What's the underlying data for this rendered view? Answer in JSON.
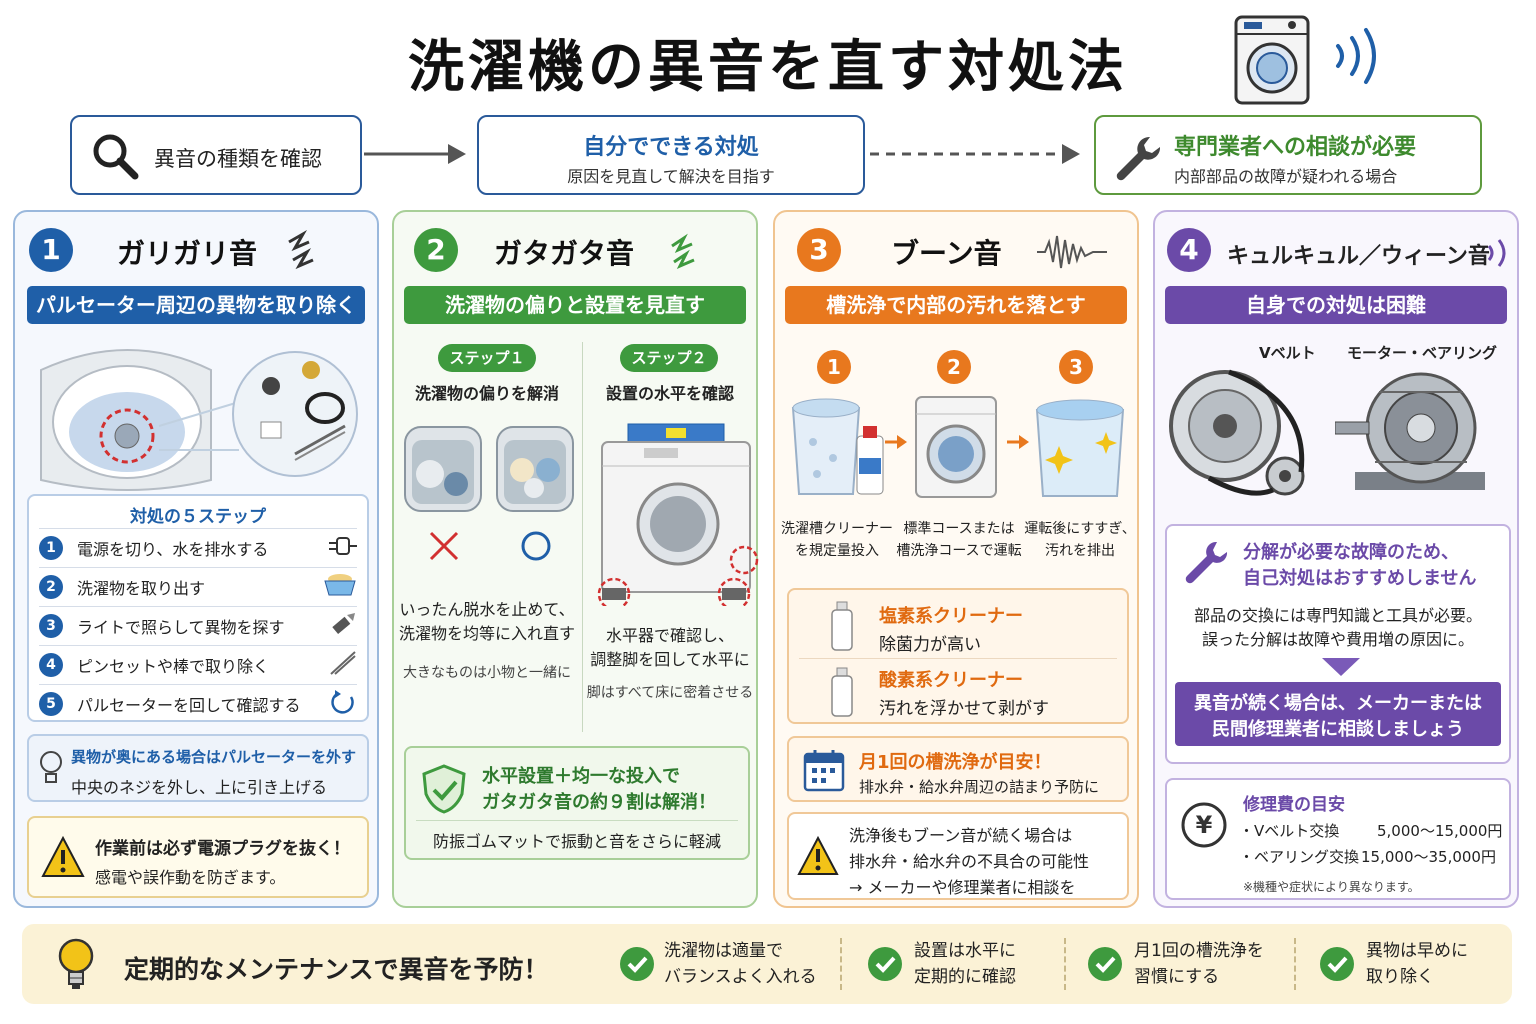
{
  "title": "洗濯機の異音を直す対処法",
  "flow": {
    "step1": "異音の種類を確認",
    "step2_title": "自分でできる対処",
    "step2_sub": "原因を見直して解決を目指す",
    "step3_title": "専門業者への相談が必要",
    "step3_sub": "内部部品の故障が疑われる場合"
  },
  "panel1": {
    "num": "1",
    "title": "ガリガリ音",
    "banner": "パルセーター周辺の異物を取り除く",
    "steps_title": "対処の５ステップ",
    "steps": [
      {
        "num": "1",
        "text": "電源を切り、水を排水する"
      },
      {
        "num": "2",
        "text": "洗濯物を取り出す"
      },
      {
        "num": "3",
        "text": "ライトで照らして異物を探す"
      },
      {
        "num": "4",
        "text": "ピンセットや棒で取り除く"
      },
      {
        "num": "5",
        "text": "パルセーターを回して確認する"
      }
    ],
    "tip_title": "異物が奥にある場合はパルセーターを外す",
    "tip_text": "中央のネジを外し、上に引き上げる",
    "warn_title": "作業前は必ず電源プラグを抜く！",
    "warn_text": "感電や誤作動を防ぎます。"
  },
  "panel2": {
    "num": "2",
    "title": "ガタガタ音",
    "banner": "洗濯物の偏りと設置を見直す",
    "step1_label": "ステップ１",
    "step1_title": "洗濯物の偏りを解消",
    "step1_text1": "いったん脱水を止めて、",
    "step1_text2": "洗濯物を均等に入れ直す",
    "step1_note": "大きなものは小物と一緒に",
    "step2_label": "ステップ２",
    "step2_title": "設置の水平を確認",
    "step2_text1": "水平器で確認し、",
    "step2_text2": "調整脚を回して水平に",
    "step2_note": "脚はすべて床に密着させる",
    "result1": "水平設置＋均一な投入で",
    "result2": "ガタガタ音の約９割は解消！",
    "result_note": "防振ゴムマットで振動と音をさらに軽減"
  },
  "panel3": {
    "num": "3",
    "title": "ブーン音",
    "banner": "槽洗浄で内部の汚れを落とす",
    "steps": [
      {
        "num": "1",
        "l1": "洗濯槽クリーナー",
        "l2": "を規定量投入"
      },
      {
        "num": "2",
        "l1": "標準コースまたは",
        "l2": "槽洗浄コースで運転"
      },
      {
        "num": "3",
        "l1": "運転後にすすぎ、",
        "l2": "汚れを排出"
      }
    ],
    "cleaner1_name": "塩素系クリーナー",
    "cleaner1_desc": "除菌力が高い",
    "cleaner2_name": "酸素系クリーナー",
    "cleaner2_desc": "汚れを浮かせて剥がす",
    "monthly_title": "月1回の槽洗浄が目安！",
    "monthly_text": "排水弁・給水弁周辺の詰まり予防に",
    "warn1": "洗浄後もブーン音が続く場合は",
    "warn2": "排水弁・給水弁の不具合の可能性",
    "warn3": "→ メーカーや修理業者に相談を"
  },
  "panel4": {
    "num": "4",
    "title": "キュルキュル／ウィーン音",
    "banner": "自身での対処は困難",
    "label_belt": "Vベルト",
    "label_motor": "モーター・ベアリング",
    "notice1": "分解が必要な故障のため、",
    "notice2": "自己対処はおすすめしません",
    "notice_text1": "部品の交換には専門知識と工具が必要。",
    "notice_text2": "誤った分解は故障や費用増の原因に。",
    "consult1": "異音が続く場合は、メーカーまたは",
    "consult2": "民間修理業者に相談しましょう",
    "cost_title": "修理費の目安",
    "cost_items": [
      {
        "name": "・Vベルト交換",
        "price": "5,000～15,000円"
      },
      {
        "name": "・ベアリング交換",
        "price": "15,000～35,000円"
      }
    ],
    "cost_note": "※機種や症状により異なります。"
  },
  "bottom": {
    "title": "定期的なメンテナンスで異音を予防！",
    "items": [
      {
        "l1": "洗濯物は適量で",
        "l2": "バランスよく入れる"
      },
      {
        "l1": "設置は水平に",
        "l2": "定期的に確認"
      },
      {
        "l1": "月1回の槽洗浄を",
        "l2": "習慣にする"
      },
      {
        "l1": "異物は早めに",
        "l2": "取り除く"
      }
    ]
  },
  "colors": {
    "blue": "#1f5fa8",
    "green": "#3e9a3e",
    "orange": "#e8781e",
    "purple": "#6b4aa8"
  }
}
